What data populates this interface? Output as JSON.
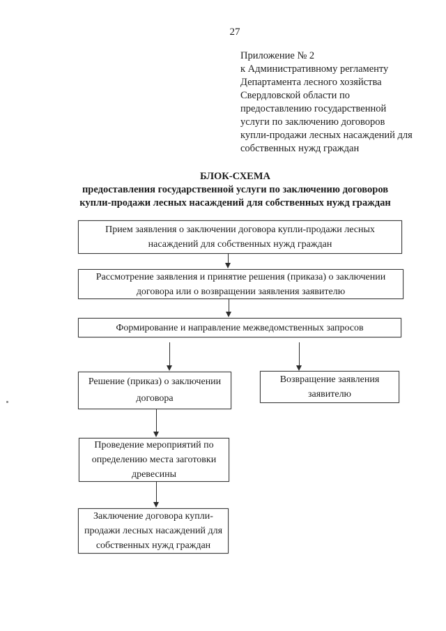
{
  "page": {
    "number": "27"
  },
  "header": {
    "lines": [
      "Приложение № 2",
      "к Административному регламенту",
      "Департамента лесного хозяйства",
      "Свердловской области по",
      "предоставлению государственной",
      "услуги по заключению договоров",
      "купли-продажи лесных насаждений для",
      "собственных нужд граждан"
    ]
  },
  "title": {
    "heading": "БЛОК-СХЕМА",
    "subtitle_line1": "предоставления государственной услуги по заключению договоров",
    "subtitle_line2": "купли-продажи лесных насаждений для собственных нужд граждан"
  },
  "flowchart": {
    "boxes": [
      {
        "text": "Прием заявления о заключении договора купли-продажи лесных насаждений для собственных нужд граждан"
      },
      {
        "text": "Рассмотрение заявления и принятие решения (приказа) о заключении договора или о возвращении заявления заявителю"
      },
      {
        "text": "Формирование и направление межведомственных запросов"
      },
      {
        "text": "Решение (приказ) о заключении договора"
      },
      {
        "text": "Возвращение заявления заявителю"
      },
      {
        "text": "Проведение мероприятий по определению места заготовки древесины"
      },
      {
        "text": "Заключение договора купли-продажи лесных насаждений для собственных нужд граждан"
      }
    ]
  }
}
